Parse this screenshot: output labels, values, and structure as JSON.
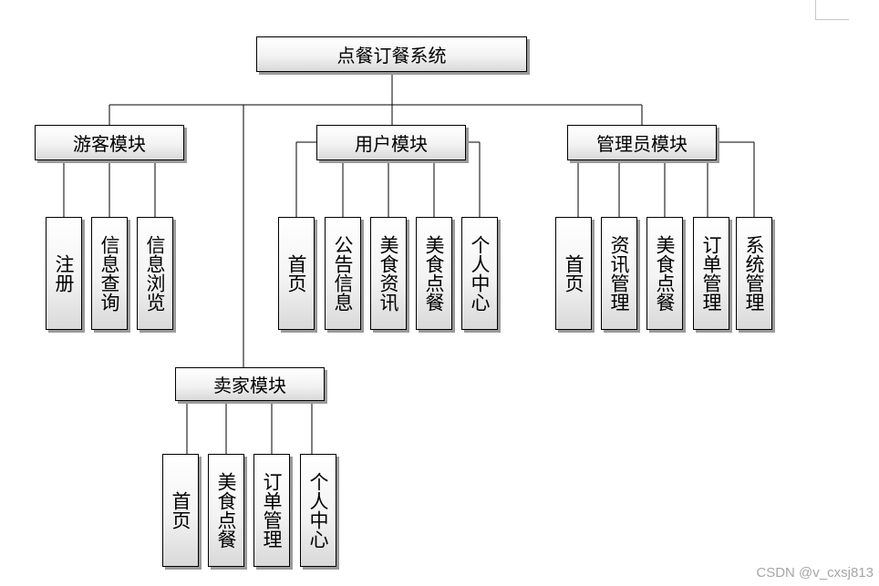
{
  "root": "点餐订餐系统",
  "visitor_module": {
    "title": "游客模块",
    "items": [
      "注册",
      "信息查询",
      "信息浏览"
    ]
  },
  "user_module": {
    "title": "用户模块",
    "items": [
      "首页",
      "公告信息",
      "美食资讯",
      "美食点餐",
      "个人中心"
    ]
  },
  "admin_module": {
    "title": "管理员模块",
    "items": [
      "首页",
      "资讯管理",
      "美食点餐",
      "订单管理",
      "系统管理"
    ]
  },
  "seller_module": {
    "title": "卖家模块",
    "items": [
      "首页",
      "美食点餐",
      "订单管理",
      "个人中心"
    ]
  },
  "watermark": "CSDN @v_cxsj813"
}
